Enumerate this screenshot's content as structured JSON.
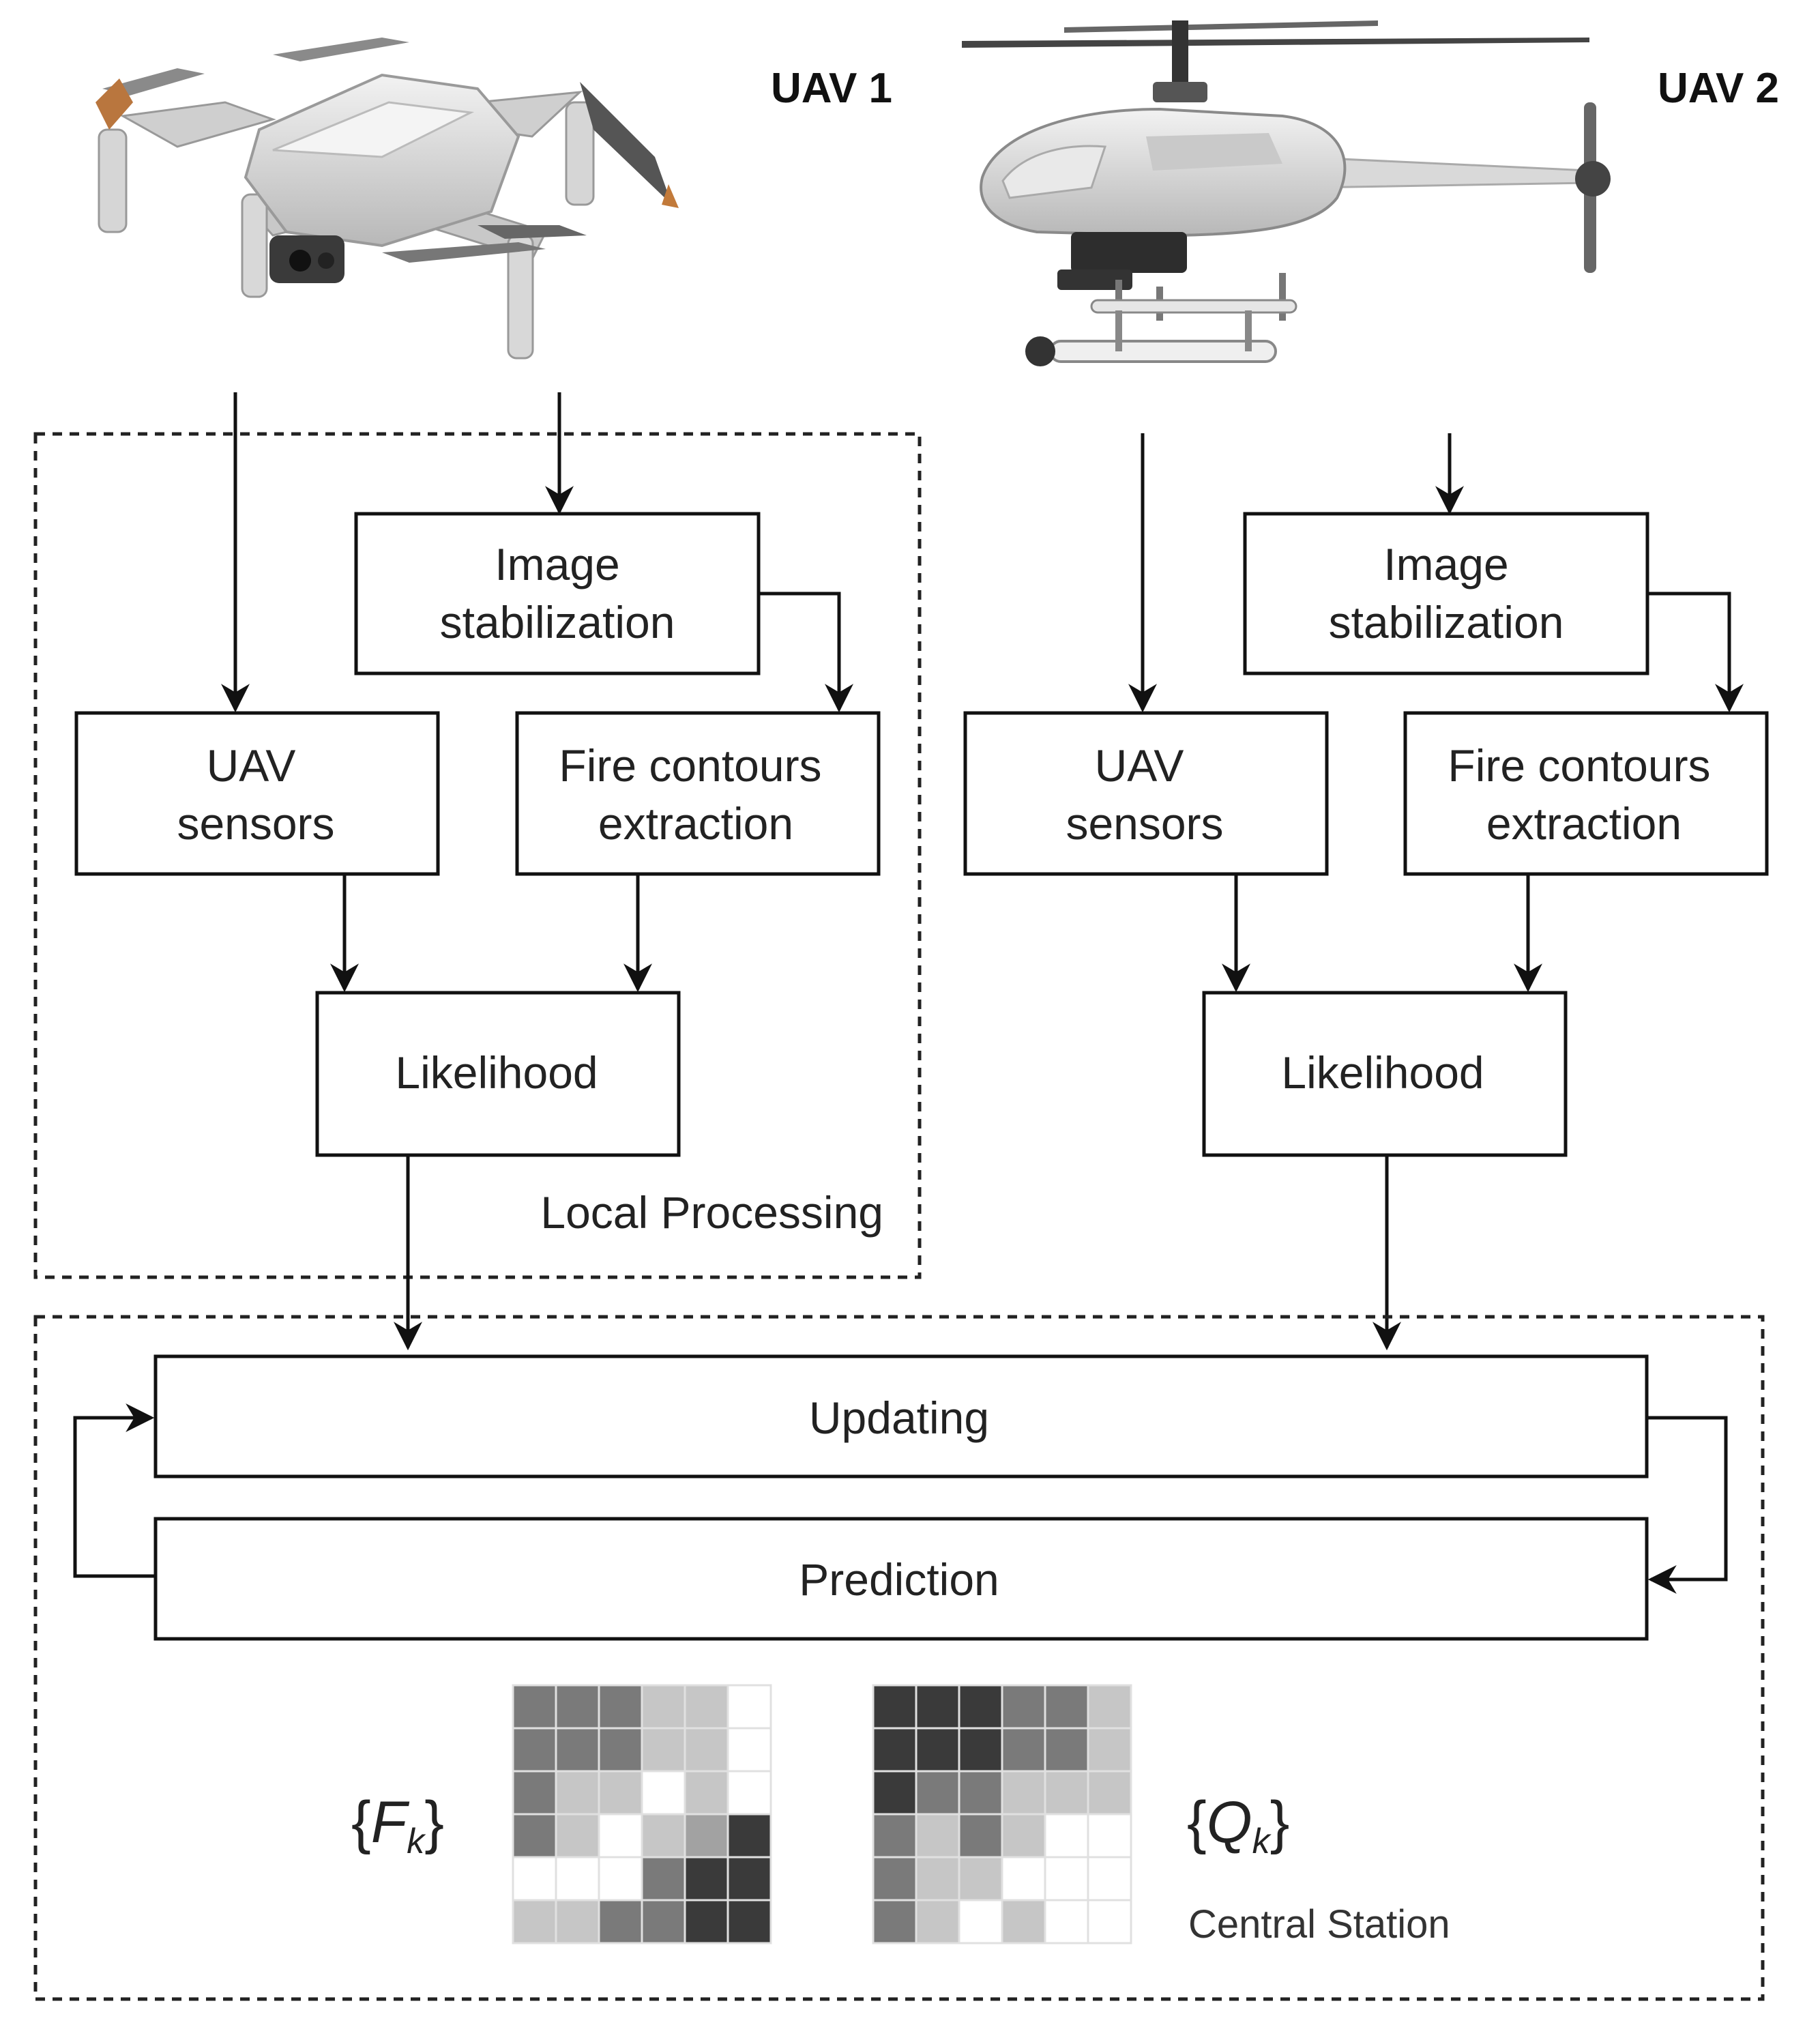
{
  "uav1": {
    "title": "UAV 1",
    "image_icon": "quadcopter-drone-icon",
    "sensors_label": [
      "UAV",
      "sensors"
    ],
    "stabilization_label": [
      "Image",
      "stabilization"
    ],
    "fire_label": [
      "Fire contours",
      "extraction"
    ],
    "likelihood_label": "Likelihood"
  },
  "uav2": {
    "title": "UAV 2",
    "image_icon": "helicopter-drone-icon",
    "sensors_label": [
      "UAV",
      "sensors"
    ],
    "stabilization_label": [
      "Image",
      "stabilization"
    ],
    "fire_label": [
      "Fire contours",
      "extraction"
    ],
    "likelihood_label": "Likelihood"
  },
  "local_processing_label": "Local Processing",
  "central": {
    "updating_label": "Updating",
    "prediction_label": "Prediction",
    "station_label": "Central Station",
    "f_label": {
      "open": "{",
      "symbol": "F",
      "sub": "k",
      "close": "}"
    },
    "q_label": {
      "open": "{",
      "symbol": "Q",
      "sub": "k",
      "close": "}"
    },
    "f_grid": [
      [
        "#7a7a7a",
        "#7a7a7a",
        "#7a7a7a",
        "#c6c6c6",
        "#c6c6c6",
        "#ffffff"
      ],
      [
        "#7a7a7a",
        "#7a7a7a",
        "#7a7a7a",
        "#c6c6c6",
        "#c6c6c6",
        "#ffffff"
      ],
      [
        "#7a7a7a",
        "#c6c6c6",
        "#c6c6c6",
        "#ffffff",
        "#c6c6c6",
        "#ffffff"
      ],
      [
        "#7a7a7a",
        "#c6c6c6",
        "#ffffff",
        "#c6c6c6",
        "#a2a2a2",
        "#3a3a3a"
      ],
      [
        "#ffffff",
        "#ffffff",
        "#ffffff",
        "#7a7a7a",
        "#3a3a3a",
        "#3a3a3a"
      ],
      [
        "#c6c6c6",
        "#c6c6c6",
        "#7a7a7a",
        "#7a7a7a",
        "#3a3a3a",
        "#3a3a3a"
      ]
    ],
    "q_grid": [
      [
        "#3a3a3a",
        "#3a3a3a",
        "#3a3a3a",
        "#7a7a7a",
        "#7a7a7a",
        "#c6c6c6"
      ],
      [
        "#3a3a3a",
        "#3a3a3a",
        "#3a3a3a",
        "#7a7a7a",
        "#7a7a7a",
        "#c6c6c6"
      ],
      [
        "#3a3a3a",
        "#7a7a7a",
        "#7a7a7a",
        "#c6c6c6",
        "#c6c6c6",
        "#c6c6c6"
      ],
      [
        "#7a7a7a",
        "#c6c6c6",
        "#7a7a7a",
        "#c6c6c6",
        "#ffffff",
        "#ffffff"
      ],
      [
        "#7a7a7a",
        "#c6c6c6",
        "#c6c6c6",
        "#ffffff",
        "#ffffff",
        "#ffffff"
      ],
      [
        "#7a7a7a",
        "#c6c6c6",
        "#ffffff",
        "#c6c6c6",
        "#ffffff",
        "#ffffff"
      ]
    ]
  }
}
